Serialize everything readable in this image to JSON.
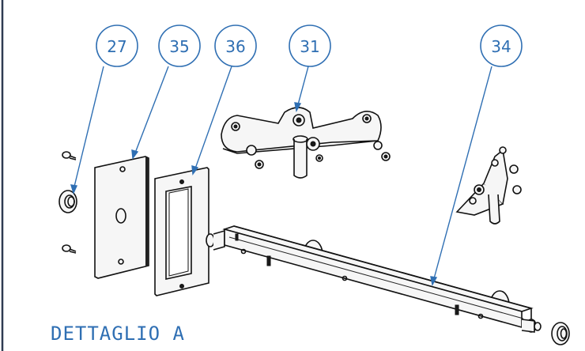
{
  "drawing": {
    "title": "DETTAGLIO A",
    "frame_color": "#2f3b52",
    "callout_color": "#2f6fb3",
    "callouts": [
      {
        "id": "balloon-27",
        "label": "27"
      },
      {
        "id": "balloon-35",
        "label": "35"
      },
      {
        "id": "balloon-36",
        "label": "36"
      },
      {
        "id": "balloon-31",
        "label": "31"
      },
      {
        "id": "balloon-34",
        "label": "34"
      }
    ]
  }
}
